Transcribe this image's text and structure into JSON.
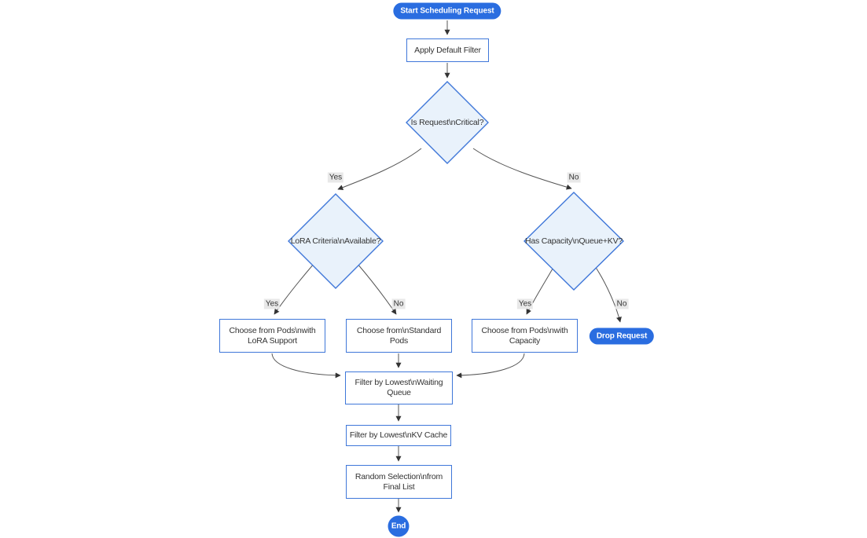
{
  "diagram": {
    "type": "flowchart",
    "nodes": {
      "start": {
        "label": "Start Scheduling Request",
        "shape": "pill"
      },
      "apply_filter": {
        "label": "Apply Default Filter",
        "shape": "rect"
      },
      "is_critical": {
        "label": "Is Request\\nCritical?",
        "shape": "diamond"
      },
      "lora_criteria": {
        "label": "LoRA Criteria\\nAvailable?",
        "shape": "diamond"
      },
      "has_capacity": {
        "label": "Has Capacity\\nQueue+KV?",
        "shape": "diamond"
      },
      "choose_lora_pods": {
        "label": "Choose from Pods\\nwith LoRA Support",
        "shape": "rect"
      },
      "choose_standard_pods": {
        "label": "Choose from\\nStandard Pods",
        "shape": "rect"
      },
      "choose_capacity_pods": {
        "label": "Choose from Pods\\nwith Capacity",
        "shape": "rect"
      },
      "drop_request": {
        "label": "Drop Request",
        "shape": "pill"
      },
      "filter_waiting_queue": {
        "label": "Filter by Lowest\\nWaiting Queue",
        "shape": "rect"
      },
      "filter_kv_cache": {
        "label": "Filter by Lowest\\nKV Cache",
        "shape": "rect"
      },
      "random_selection": {
        "label": "Random Selection\\nfrom Final List",
        "shape": "rect"
      },
      "end": {
        "label": "End",
        "shape": "circle"
      }
    },
    "edges": [
      {
        "from": "start",
        "to": "apply_filter",
        "label": ""
      },
      {
        "from": "apply_filter",
        "to": "is_critical",
        "label": ""
      },
      {
        "from": "is_critical",
        "to": "lora_criteria",
        "label": "Yes"
      },
      {
        "from": "is_critical",
        "to": "has_capacity",
        "label": "No"
      },
      {
        "from": "lora_criteria",
        "to": "choose_lora_pods",
        "label": "Yes"
      },
      {
        "from": "lora_criteria",
        "to": "choose_standard_pods",
        "label": "No"
      },
      {
        "from": "has_capacity",
        "to": "choose_capacity_pods",
        "label": "Yes"
      },
      {
        "from": "has_capacity",
        "to": "drop_request",
        "label": "No"
      },
      {
        "from": "choose_lora_pods",
        "to": "filter_waiting_queue",
        "label": ""
      },
      {
        "from": "choose_standard_pods",
        "to": "filter_waiting_queue",
        "label": ""
      },
      {
        "from": "choose_capacity_pods",
        "to": "filter_waiting_queue",
        "label": ""
      },
      {
        "from": "filter_waiting_queue",
        "to": "filter_kv_cache",
        "label": ""
      },
      {
        "from": "filter_kv_cache",
        "to": "random_selection",
        "label": ""
      },
      {
        "from": "random_selection",
        "to": "end",
        "label": ""
      }
    ],
    "colors": {
      "accent_fill": "#2a6de0",
      "node_border": "#3f77d9",
      "diamond_fill": "#e9f2fb",
      "edge": "#555555",
      "label_bg": "#e8e8e8",
      "text": "#333333"
    }
  }
}
